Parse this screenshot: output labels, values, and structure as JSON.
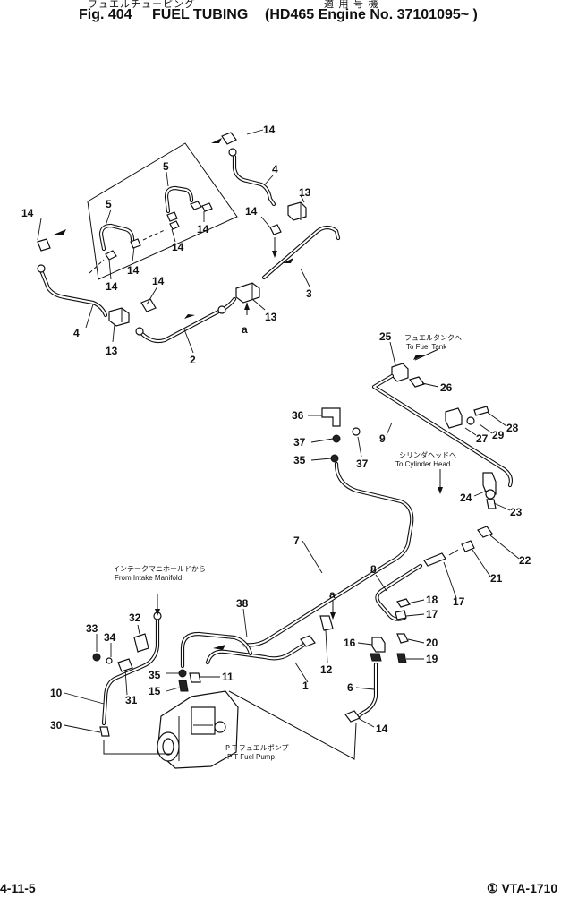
{
  "header": {
    "jp_title": "フュエルチューピング",
    "jp_applicable": "適 用 号 機",
    "fig_label": "Fig. 404",
    "title": "FUEL TUBING",
    "applicability": "(HD465 Engine No. 37101095~ )"
  },
  "footer": {
    "page": "4-11-5",
    "code": "① VTA-1710"
  },
  "labels": {
    "fuel_tank_jp": "フュエルタンクへ",
    "fuel_tank_en": "To Fuel Tank",
    "cyl_head_jp": "シリンダヘッドへ",
    "cyl_head_en": "To Cylinder Head",
    "intake_jp": "インテークマニホールドから",
    "intake_en": "From Intake Manifold",
    "pump_jp": "P T フュエルポンプ",
    "pump_en": "P T Fuel Pump",
    "ref_a1": "a",
    "ref_a2": "a"
  },
  "callouts": [
    {
      "id": "c14a",
      "text": "14"
    },
    {
      "id": "c4a",
      "text": "4"
    },
    {
      "id": "c13a",
      "text": "13"
    },
    {
      "id": "c5a",
      "text": "5"
    },
    {
      "id": "c5b",
      "text": "5"
    },
    {
      "id": "c14b",
      "text": "14"
    },
    {
      "id": "c14c",
      "text": "14"
    },
    {
      "id": "c14d",
      "text": "14"
    },
    {
      "id": "c14e",
      "text": "14"
    },
    {
      "id": "c14f",
      "text": "14"
    },
    {
      "id": "c14g",
      "text": "14"
    },
    {
      "id": "c3",
      "text": "3"
    },
    {
      "id": "c13b",
      "text": "13"
    },
    {
      "id": "c14h",
      "text": "14"
    },
    {
      "id": "c4b",
      "text": "4"
    },
    {
      "id": "c13c",
      "text": "13"
    },
    {
      "id": "c2",
      "text": "2"
    },
    {
      "id": "c25",
      "text": "25"
    },
    {
      "id": "c26",
      "text": "26"
    },
    {
      "id": "c36",
      "text": "36"
    },
    {
      "id": "c28",
      "text": "28"
    },
    {
      "id": "c9",
      "text": "9"
    },
    {
      "id": "c27",
      "text": "27"
    },
    {
      "id": "c29",
      "text": "29"
    },
    {
      "id": "c37a",
      "text": "37"
    },
    {
      "id": "c35a",
      "text": "35"
    },
    {
      "id": "c37b",
      "text": "37"
    },
    {
      "id": "c24",
      "text": "24"
    },
    {
      "id": "c23",
      "text": "23"
    },
    {
      "id": "c7",
      "text": "7"
    },
    {
      "id": "c22",
      "text": "22"
    },
    {
      "id": "c21",
      "text": "21"
    },
    {
      "id": "c8",
      "text": "8"
    },
    {
      "id": "c17a",
      "text": "17"
    },
    {
      "id": "c18",
      "text": "18"
    },
    {
      "id": "c17b",
      "text": "17"
    },
    {
      "id": "c38",
      "text": "38"
    },
    {
      "id": "c32",
      "text": "32"
    },
    {
      "id": "c33",
      "text": "33"
    },
    {
      "id": "c34",
      "text": "34"
    },
    {
      "id": "c16",
      "text": "16"
    },
    {
      "id": "c20",
      "text": "20"
    },
    {
      "id": "c19",
      "text": "19"
    },
    {
      "id": "c12",
      "text": "12"
    },
    {
      "id": "c35b",
      "text": "35"
    },
    {
      "id": "c11",
      "text": "11"
    },
    {
      "id": "c1",
      "text": "1"
    },
    {
      "id": "c15",
      "text": "15"
    },
    {
      "id": "c10",
      "text": "10"
    },
    {
      "id": "c31",
      "text": "31"
    },
    {
      "id": "c6",
      "text": "6"
    },
    {
      "id": "c30",
      "text": "30"
    },
    {
      "id": "c14i",
      "text": "14"
    }
  ]
}
